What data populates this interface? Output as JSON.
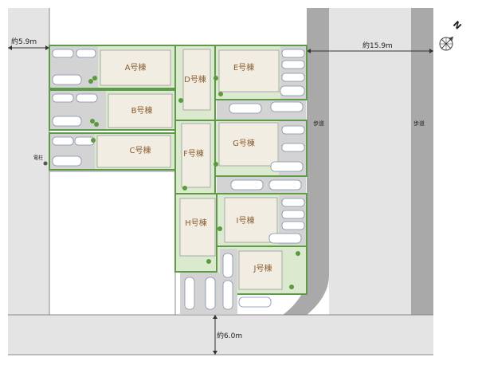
{
  "roads": {
    "west_width": "約5.9m",
    "east_width": "約15.9m",
    "south_width": "約6.0m",
    "sidewalk_label": "歩道",
    "utility_pole_label": "電柱"
  },
  "compass": {
    "north_label": "N"
  },
  "lots": [
    {
      "id": "A",
      "label": "A号棟"
    },
    {
      "id": "B",
      "label": "B号棟"
    },
    {
      "id": "C",
      "label": "C号棟"
    },
    {
      "id": "D",
      "label": "D号棟"
    },
    {
      "id": "E",
      "label": "E号棟"
    },
    {
      "id": "F",
      "label": "F号棟"
    },
    {
      "id": "G",
      "label": "G号棟"
    },
    {
      "id": "H",
      "label": "H号棟"
    },
    {
      "id": "I",
      "label": "I号棟"
    },
    {
      "id": "J",
      "label": "J号棟"
    }
  ],
  "colors": {
    "road": "#e4e4e4",
    "road_edge": "#888888",
    "lot_outline": "#5f9a4a",
    "lot_fill": "#dbe9cf",
    "house": "#f1ede3",
    "parking": "#d3d3d3",
    "tree": "#5a9a3c",
    "label": "#8b5a2b"
  }
}
